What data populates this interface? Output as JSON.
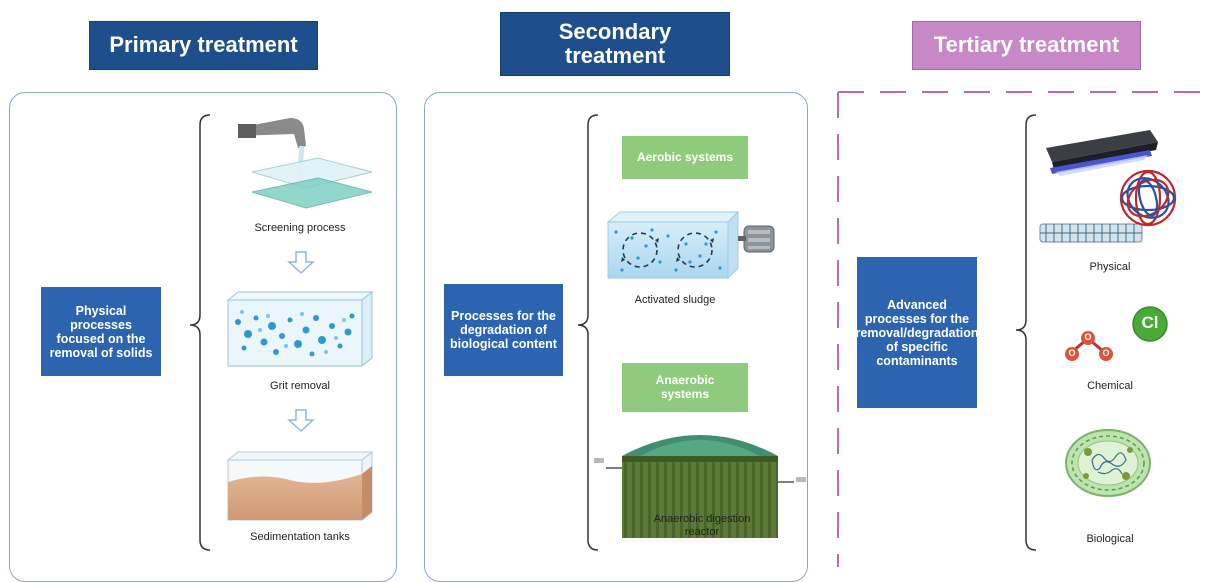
{
  "headers": {
    "primary": "Primary treatment",
    "secondary_line1": "Secondary",
    "secondary_line2": "treatment",
    "tertiary": "Tertiary treatment"
  },
  "primary": {
    "description": "Physical processes focused on the removal of solids",
    "steps": [
      "Screening process",
      "Grit removal",
      "Sedimentation tanks"
    ]
  },
  "secondary": {
    "description": "Processes for the degradation of biological content",
    "aerobic_label": "Aerobic systems",
    "aerobic_item": "Activated sludge",
    "anaerobic_label": "Anaerobic systems",
    "anaerobic_item": "Anaerobic digestion reactor"
  },
  "tertiary": {
    "description": "Advanced processes for the removal/degradation of specific contaminants",
    "categories": [
      "Physical",
      "Chemical",
      "Biological"
    ],
    "chem_symbol": "Cl",
    "ozone_atom": "O"
  },
  "colors": {
    "header_dark": "#1f4e8c",
    "header_purple": "#c887c7",
    "box_blue": "#2d64b0",
    "box_green": "#8fcb7c",
    "panel_border": "#8aa4d0",
    "dash": "#c06aa8"
  }
}
